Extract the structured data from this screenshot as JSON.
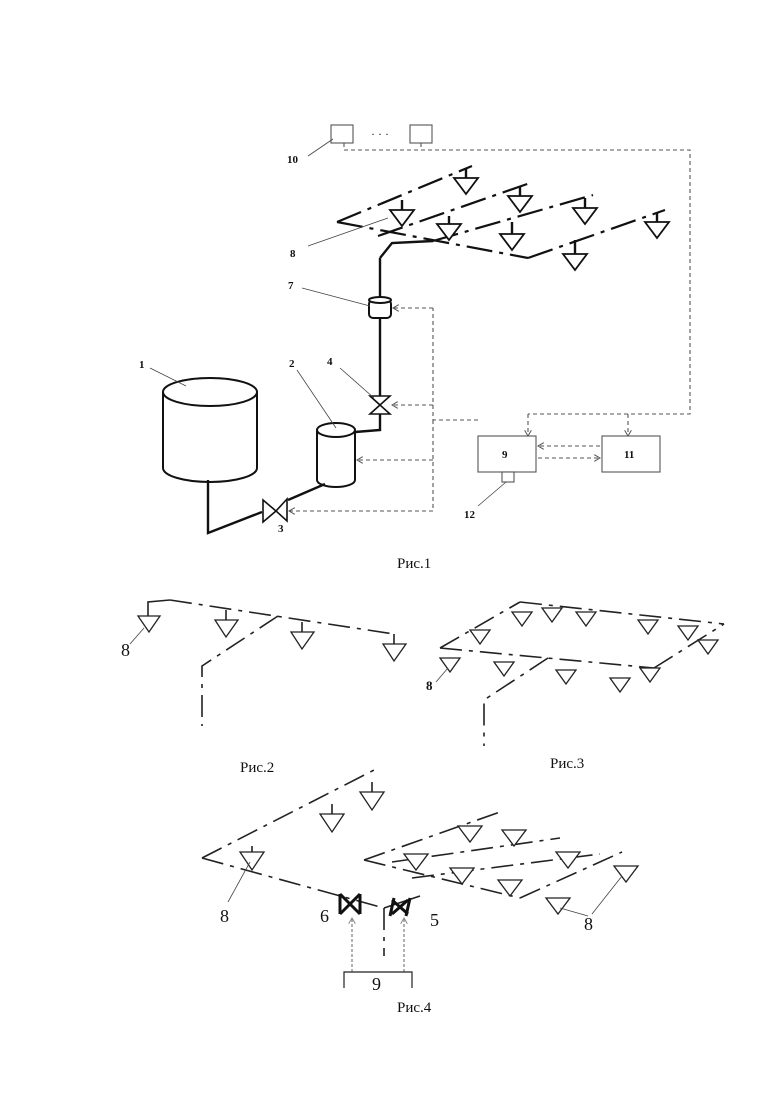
{
  "figures": {
    "fig1": {
      "caption": "Рис.1",
      "labels": {
        "tank1": "1",
        "tank2": "2",
        "valve3": "3",
        "valve4": "4",
        "device7": "7",
        "sprinkler8": "8",
        "controller9": "9",
        "sensors10": "10",
        "unit11": "11",
        "device12": "12",
        "sensor_ellipsis": "· · ·"
      }
    },
    "fig2": {
      "caption": "Рис.2",
      "labels": {
        "sprinkler8": "8"
      }
    },
    "fig3": {
      "caption": "Рис.3",
      "labels": {
        "sprinkler8": "8"
      }
    },
    "fig4": {
      "caption": "Рис.4",
      "labels": {
        "sprinkler8_left": "8",
        "sprinkler8_right": "8",
        "valve5": "5",
        "valve6": "6",
        "controller9": "9"
      }
    }
  }
}
